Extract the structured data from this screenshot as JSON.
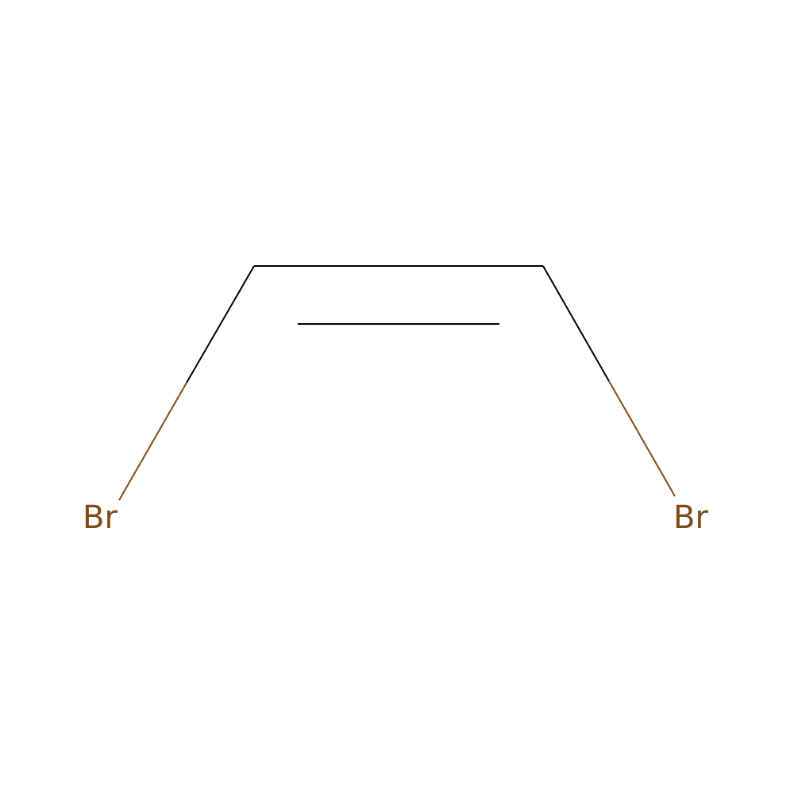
{
  "colors": {
    "background": "#FFFFFF",
    "carbon_bond": "#000000",
    "bromine": "#7F4C19"
  },
  "molecule": {
    "atoms": [
      {
        "id": "br1",
        "element": "Br",
        "label": "Br"
      },
      {
        "id": "c1",
        "element": "C",
        "label": ""
      },
      {
        "id": "c2",
        "element": "C",
        "label": ""
      },
      {
        "id": "br2",
        "element": "Br",
        "label": "Br"
      }
    ],
    "bonds": [
      {
        "from": "br1",
        "to": "c1",
        "order": 1
      },
      {
        "from": "c1",
        "to": "c2",
        "order": 2
      },
      {
        "from": "c2",
        "to": "br2",
        "order": 1
      }
    ]
  }
}
